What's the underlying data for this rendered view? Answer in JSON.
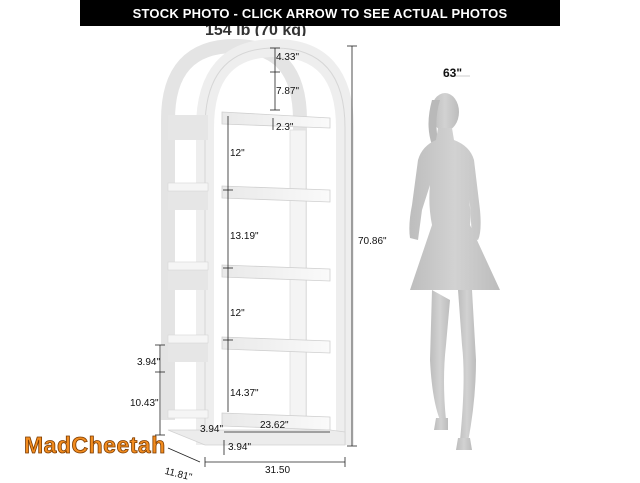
{
  "banner": {
    "text": "STOCK PHOTO - CLICK ARROW TO SEE ACTUAL PHOTOS"
  },
  "capacity_label": "154 lb (70 kg)",
  "person_height_label": "63\"",
  "dimensions": {
    "arch_top": "4.33\"",
    "arch_inner": "7.87\"",
    "shelf_thickness": "2.3\"",
    "shelf_gap_1": "12\"",
    "shelf_gap_2": "13.19\"",
    "shelf_gap_3": "12\"",
    "shelf_gap_4": "14.37\"",
    "total_height": "70.86\"",
    "side_upper": "3.94\"",
    "side_lower": "10.43\"",
    "base_left": "3.94\"",
    "base_height": "3.94\"",
    "inner_width": "23.62\"",
    "depth": "11.81\"",
    "width": "31.50"
  },
  "logo": {
    "text": "MadCheetah"
  },
  "colors": {
    "banner_bg": "#000000",
    "logo": "#f28c1f",
    "shelf": "#f2f2f2",
    "silhouette": "#c8c8c8"
  }
}
